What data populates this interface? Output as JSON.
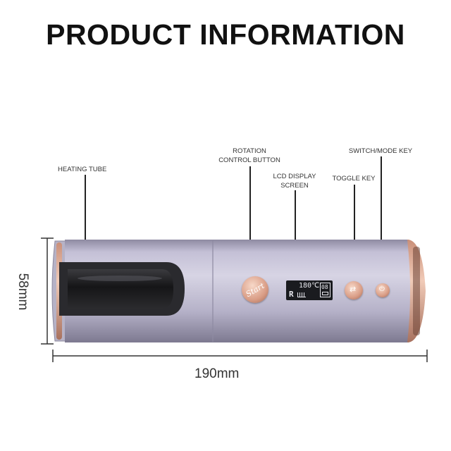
{
  "title": "PRODUCT INFORMATION",
  "callouts": {
    "heating_tube": "HEATING TUBE",
    "rotation_line1": "ROTATION",
    "rotation_line2": "CONTROL BUTTON",
    "lcd_line1": "LCD DISPLAY",
    "lcd_line2": "SCREEN",
    "toggle_key": "TOGGLE KEY",
    "switch_mode_key": "SWITCH/MODE KEY"
  },
  "dimensions": {
    "height": "58mm",
    "width": "190mm"
  },
  "device": {
    "start_button_label": "Start",
    "lcd_temperature": "180℃",
    "lcd_timer": "08",
    "lcd_mode": "R",
    "body_color": "#b7b3c9",
    "accent_color": "#d6a38c"
  }
}
